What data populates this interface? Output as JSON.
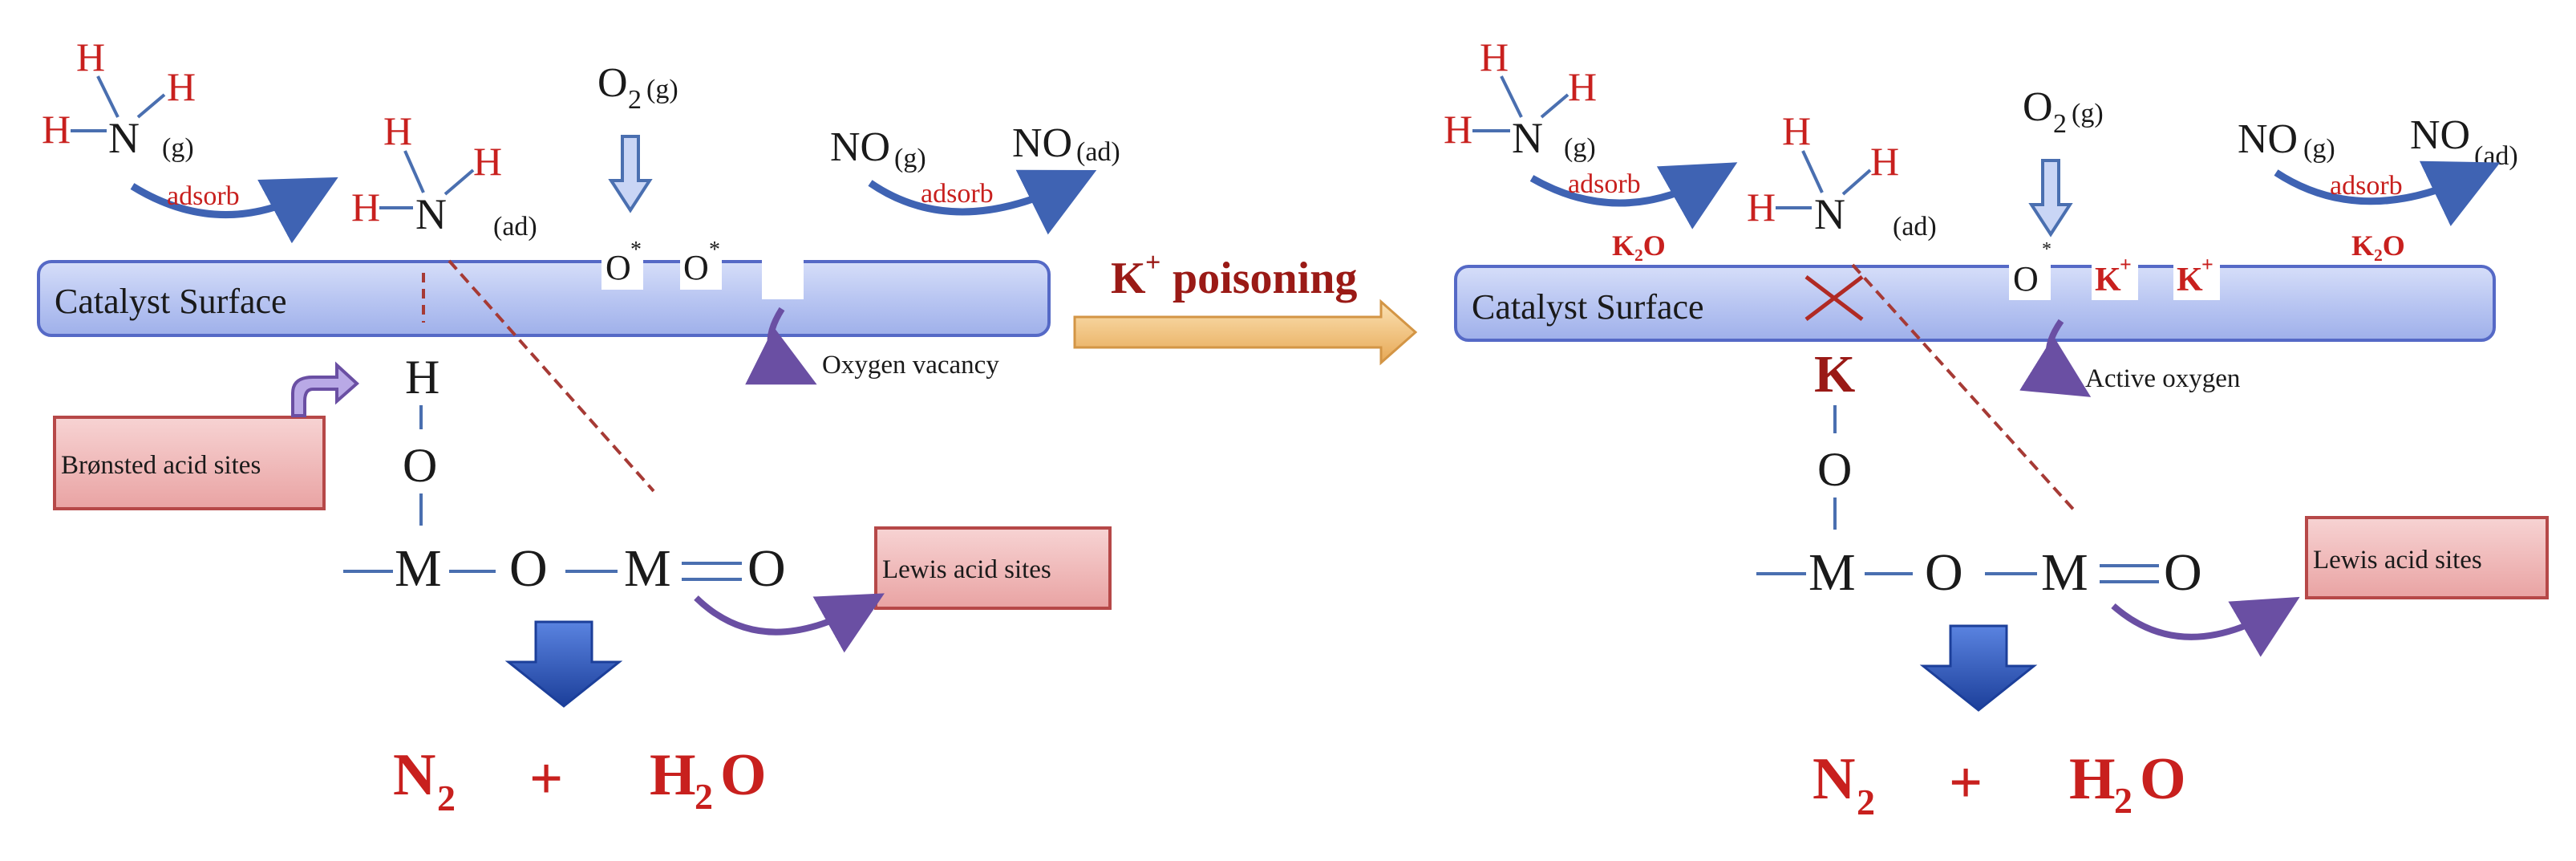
{
  "colors": {
    "atom_red": "#c8201e",
    "dark_red": "#9a1a16",
    "bond_blue": "#4a6fb0",
    "surface_fill": "#b9c6f2",
    "surface_stroke": "#5569c6",
    "adsorb_arrow": "#3f63b3",
    "curved_arrow_purple": "#6a4fa3",
    "label_box_fill": "#f0b6b6",
    "label_box_stroke": "#b64848",
    "down_arrow": "#2a4fae",
    "poison_arrow": "#f0c27a"
  },
  "atoms": {
    "H": "H",
    "N": "N",
    "O": "O",
    "M": "M",
    "K": "K",
    "O2": "O",
    "O2_sub": "2",
    "NO": "NO",
    "g": "(g)",
    "ad": "(ad)",
    "O_star": "O",
    "star": "*",
    "K_plus": "K",
    "plus": "+",
    "K2O": "K₂O"
  },
  "left_panel": {
    "adsorb_nh3": "adsorb",
    "adsorb_no": "adsorb",
    "surface_label": "Catalyst Surface",
    "oxygen_vacancy": "Oxygen vacancy",
    "bronsted": "Brønsted acid sites",
    "lewis": "Lewis acid sites",
    "product_n2": "N",
    "product_n2_sub": "2",
    "product_plus": "+",
    "product_h2o_h": "H",
    "product_h2o_sub": "2",
    "product_h2o_o": "O"
  },
  "middle": {
    "k_plus": "K",
    "k_plus_sup": "+",
    "poisoning": "poisoning"
  },
  "right_panel": {
    "adsorb_nh3": "adsorb",
    "adsorb_no": "adsorb",
    "surface_label": "Catalyst Surface",
    "active_oxygen": "Active oxygen",
    "lewis": "Lewis acid sites",
    "k2o_left": "K₂O",
    "k2o_right": "K₂O",
    "product_n2": "N",
    "product_n2_sub": "2",
    "product_plus": "+",
    "product_h2o_h": "H",
    "product_h2o_sub": "2",
    "product_h2o_o": "O"
  }
}
